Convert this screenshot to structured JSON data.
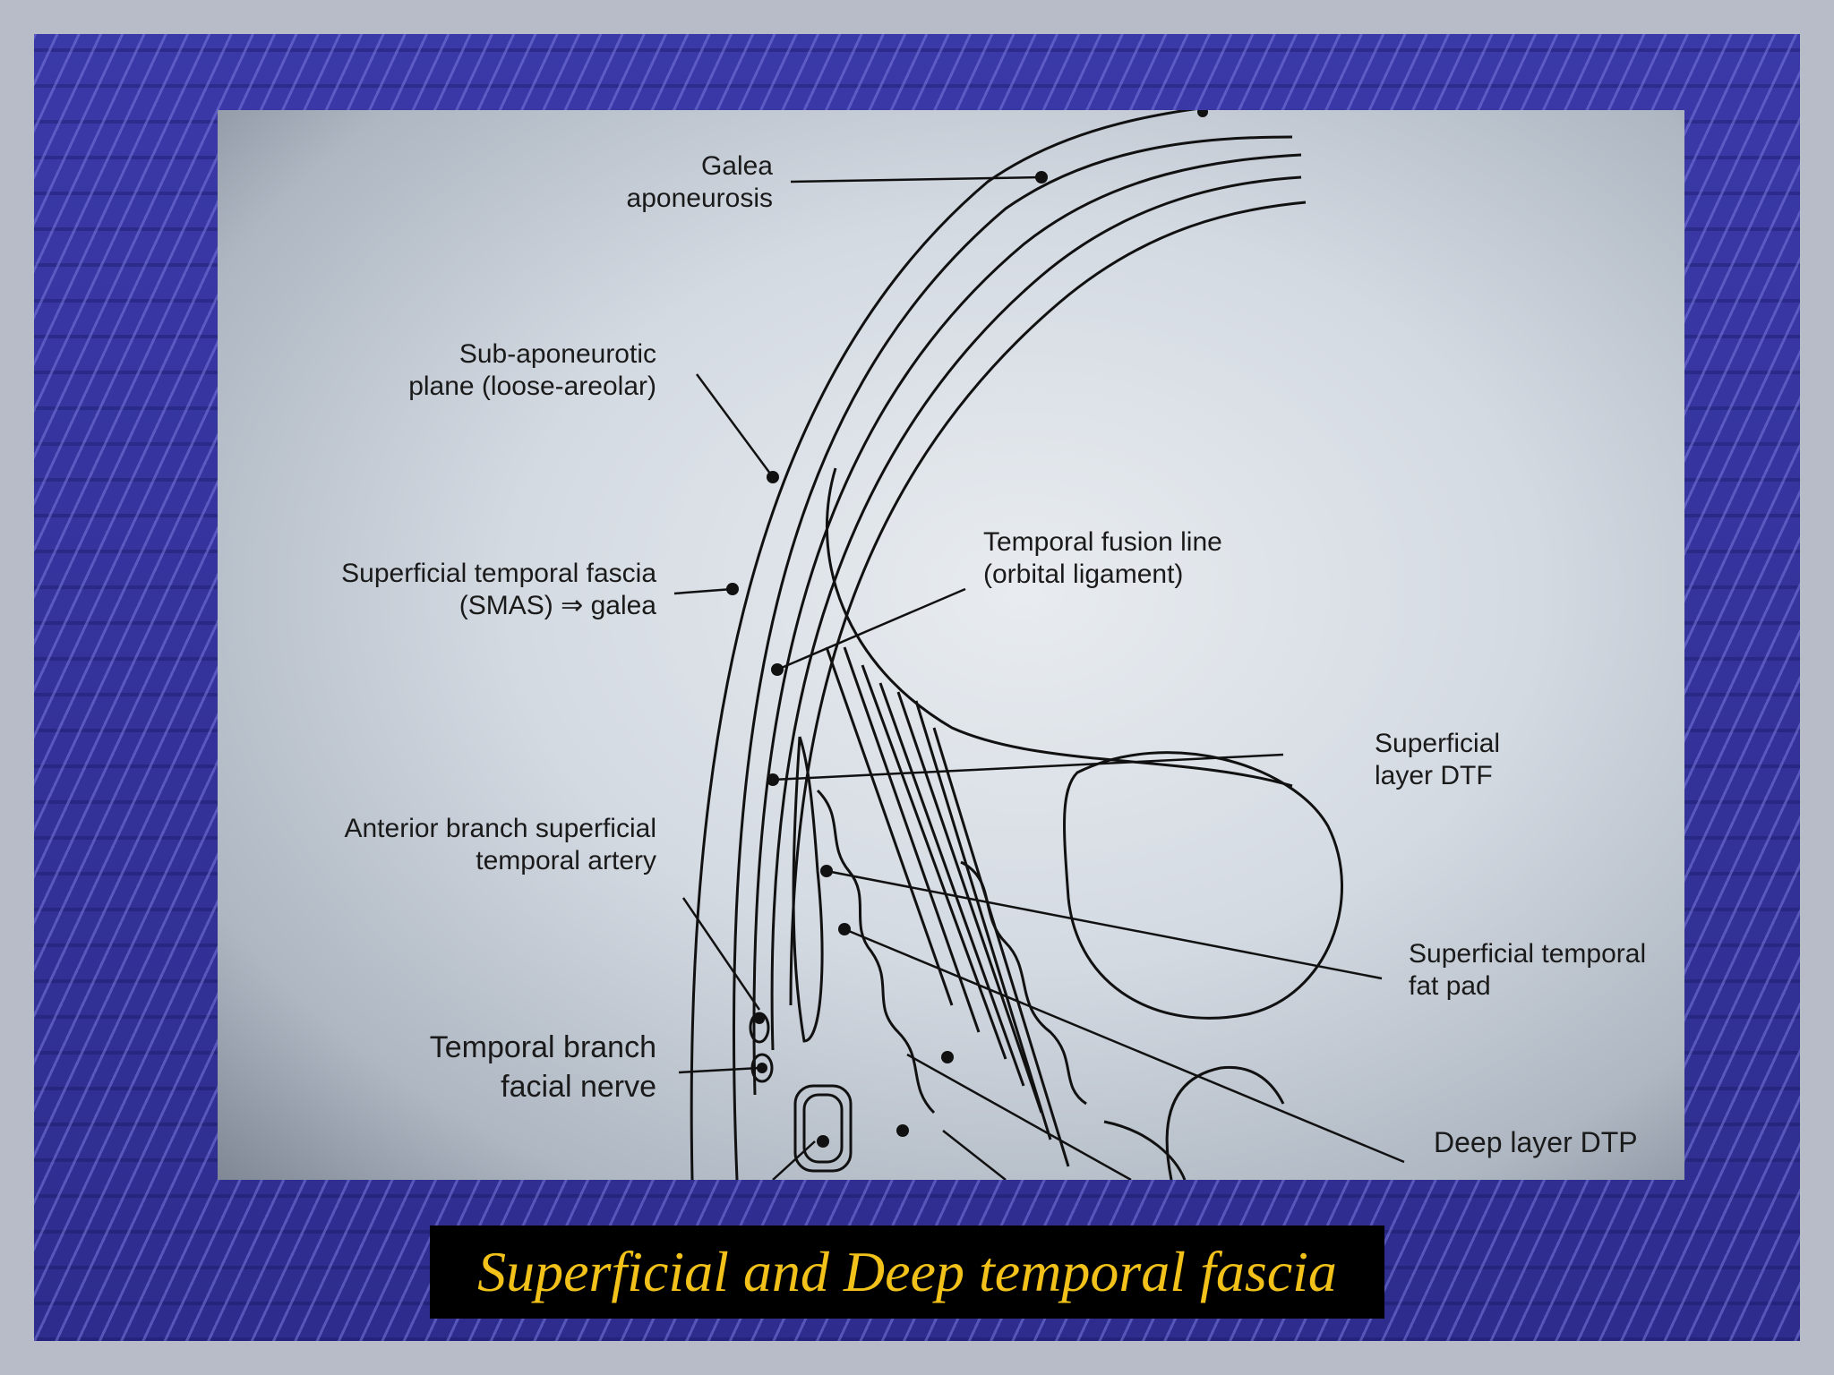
{
  "caption": "Superficial and Deep temporal fascia",
  "labels": {
    "galea_1": "Galea",
    "galea_2": "aponeurosis",
    "subapo_1": "Sub-aponeurotic",
    "subapo_2": "plane (loose-areolar)",
    "stf_1": "Superficial temporal fascia",
    "stf_2": "(SMAS) ⇒ galea",
    "fusion_1": "Temporal fusion line",
    "fusion_2": "(orbital ligament)",
    "sdtf_1": "Superficial",
    "sdtf_2": "layer DTF",
    "artery_1": "Anterior branch superficial",
    "artery_2": "temporal artery",
    "stfp_1": "Superficial temporal",
    "stfp_2": "fat pad",
    "nerve_1": "Temporal branch",
    "nerve_2": "facial nerve",
    "deep": "Deep layer DTP"
  },
  "colors": {
    "background": "#34339a",
    "caption_bg": "#000000",
    "caption_text": "#f2c21a",
    "ink": "#1a1a1a"
  }
}
